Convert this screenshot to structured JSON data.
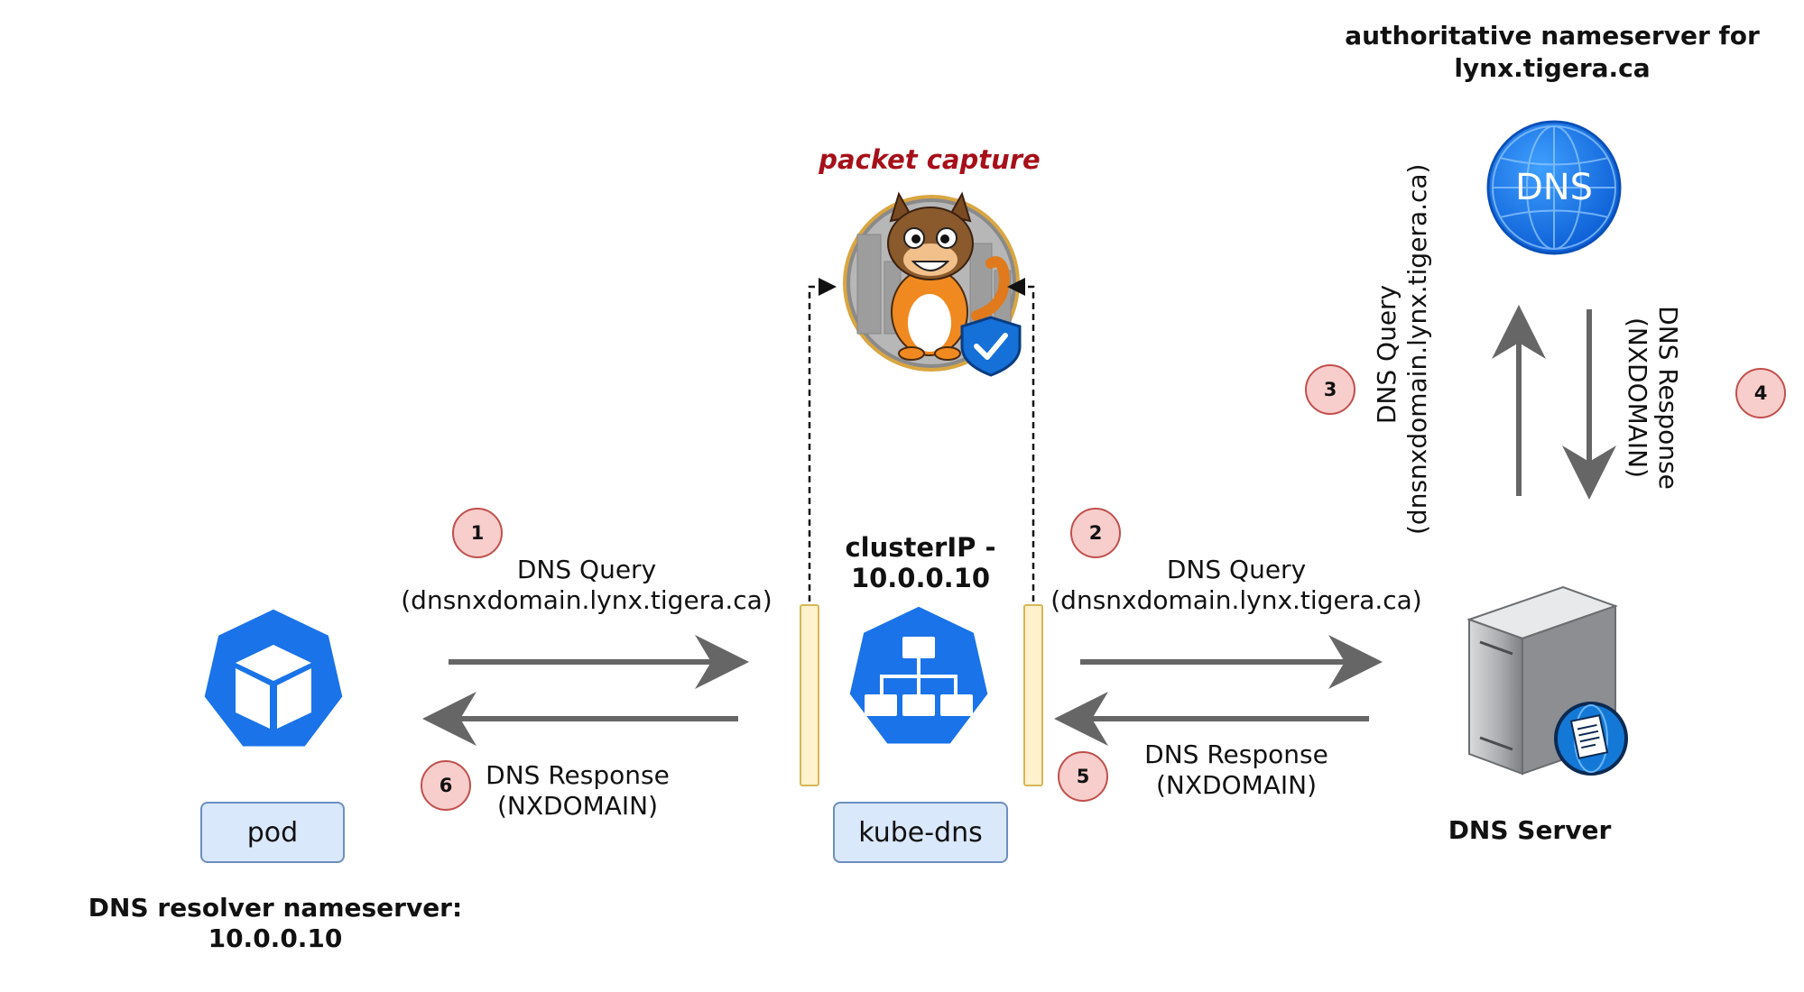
{
  "top_title": {
    "line1": "authoritative nameserver for",
    "line2": "lynx.tigera.ca"
  },
  "packet_capture_label": "packet capture",
  "dns_globe_text": "DNS",
  "kube_dns": {
    "cluster_ip_line1": "clusterIP -",
    "cluster_ip_line2": "10.0.0.10",
    "name": "kube-dns"
  },
  "pod": {
    "name": "pod",
    "resolver_line1": "DNS resolver nameserver:",
    "resolver_line2": "10.0.0.10"
  },
  "dns_server": {
    "name": "DNS Server"
  },
  "steps": [
    {
      "number": "1",
      "line1": "DNS Query",
      "line2": "(dnsnxdomain.lynx.tigera.ca)"
    },
    {
      "number": "2",
      "line1": "DNS Query",
      "line2": "(dnsnxdomain.lynx.tigera.ca)"
    },
    {
      "number": "3",
      "line1": "DNS Query",
      "line2": "(dnsnxdomain.lynx.tigera.ca)"
    },
    {
      "number": "4",
      "line1": "DNS Response",
      "line2": "(NXDOMAIN)"
    },
    {
      "number": "5",
      "line1": "DNS Response",
      "line2": "(NXDOMAIN)"
    },
    {
      "number": "6",
      "line1": "DNS Response",
      "line2": "(NXDOMAIN)"
    }
  ],
  "colors": {
    "kube_blue": "#1a73e8",
    "arrow_gray": "#666666",
    "badge_fill": "#f8cecc",
    "badge_stroke": "#c0504d",
    "box_fill": "#dae8fc",
    "box_stroke": "#6c8ebf",
    "capture_fill": "#fff2cc",
    "capture_stroke": "#d6b656",
    "capture_red": "#a6101a"
  },
  "icons": {
    "pod": "kubernetes-pod-cube-icon",
    "kube_dns": "kubernetes-service-network-icon",
    "dns_globe": "dns-globe-icon",
    "dns_server": "server-tower-icon",
    "packet_capture": "cat-mascot-shield-icon"
  }
}
